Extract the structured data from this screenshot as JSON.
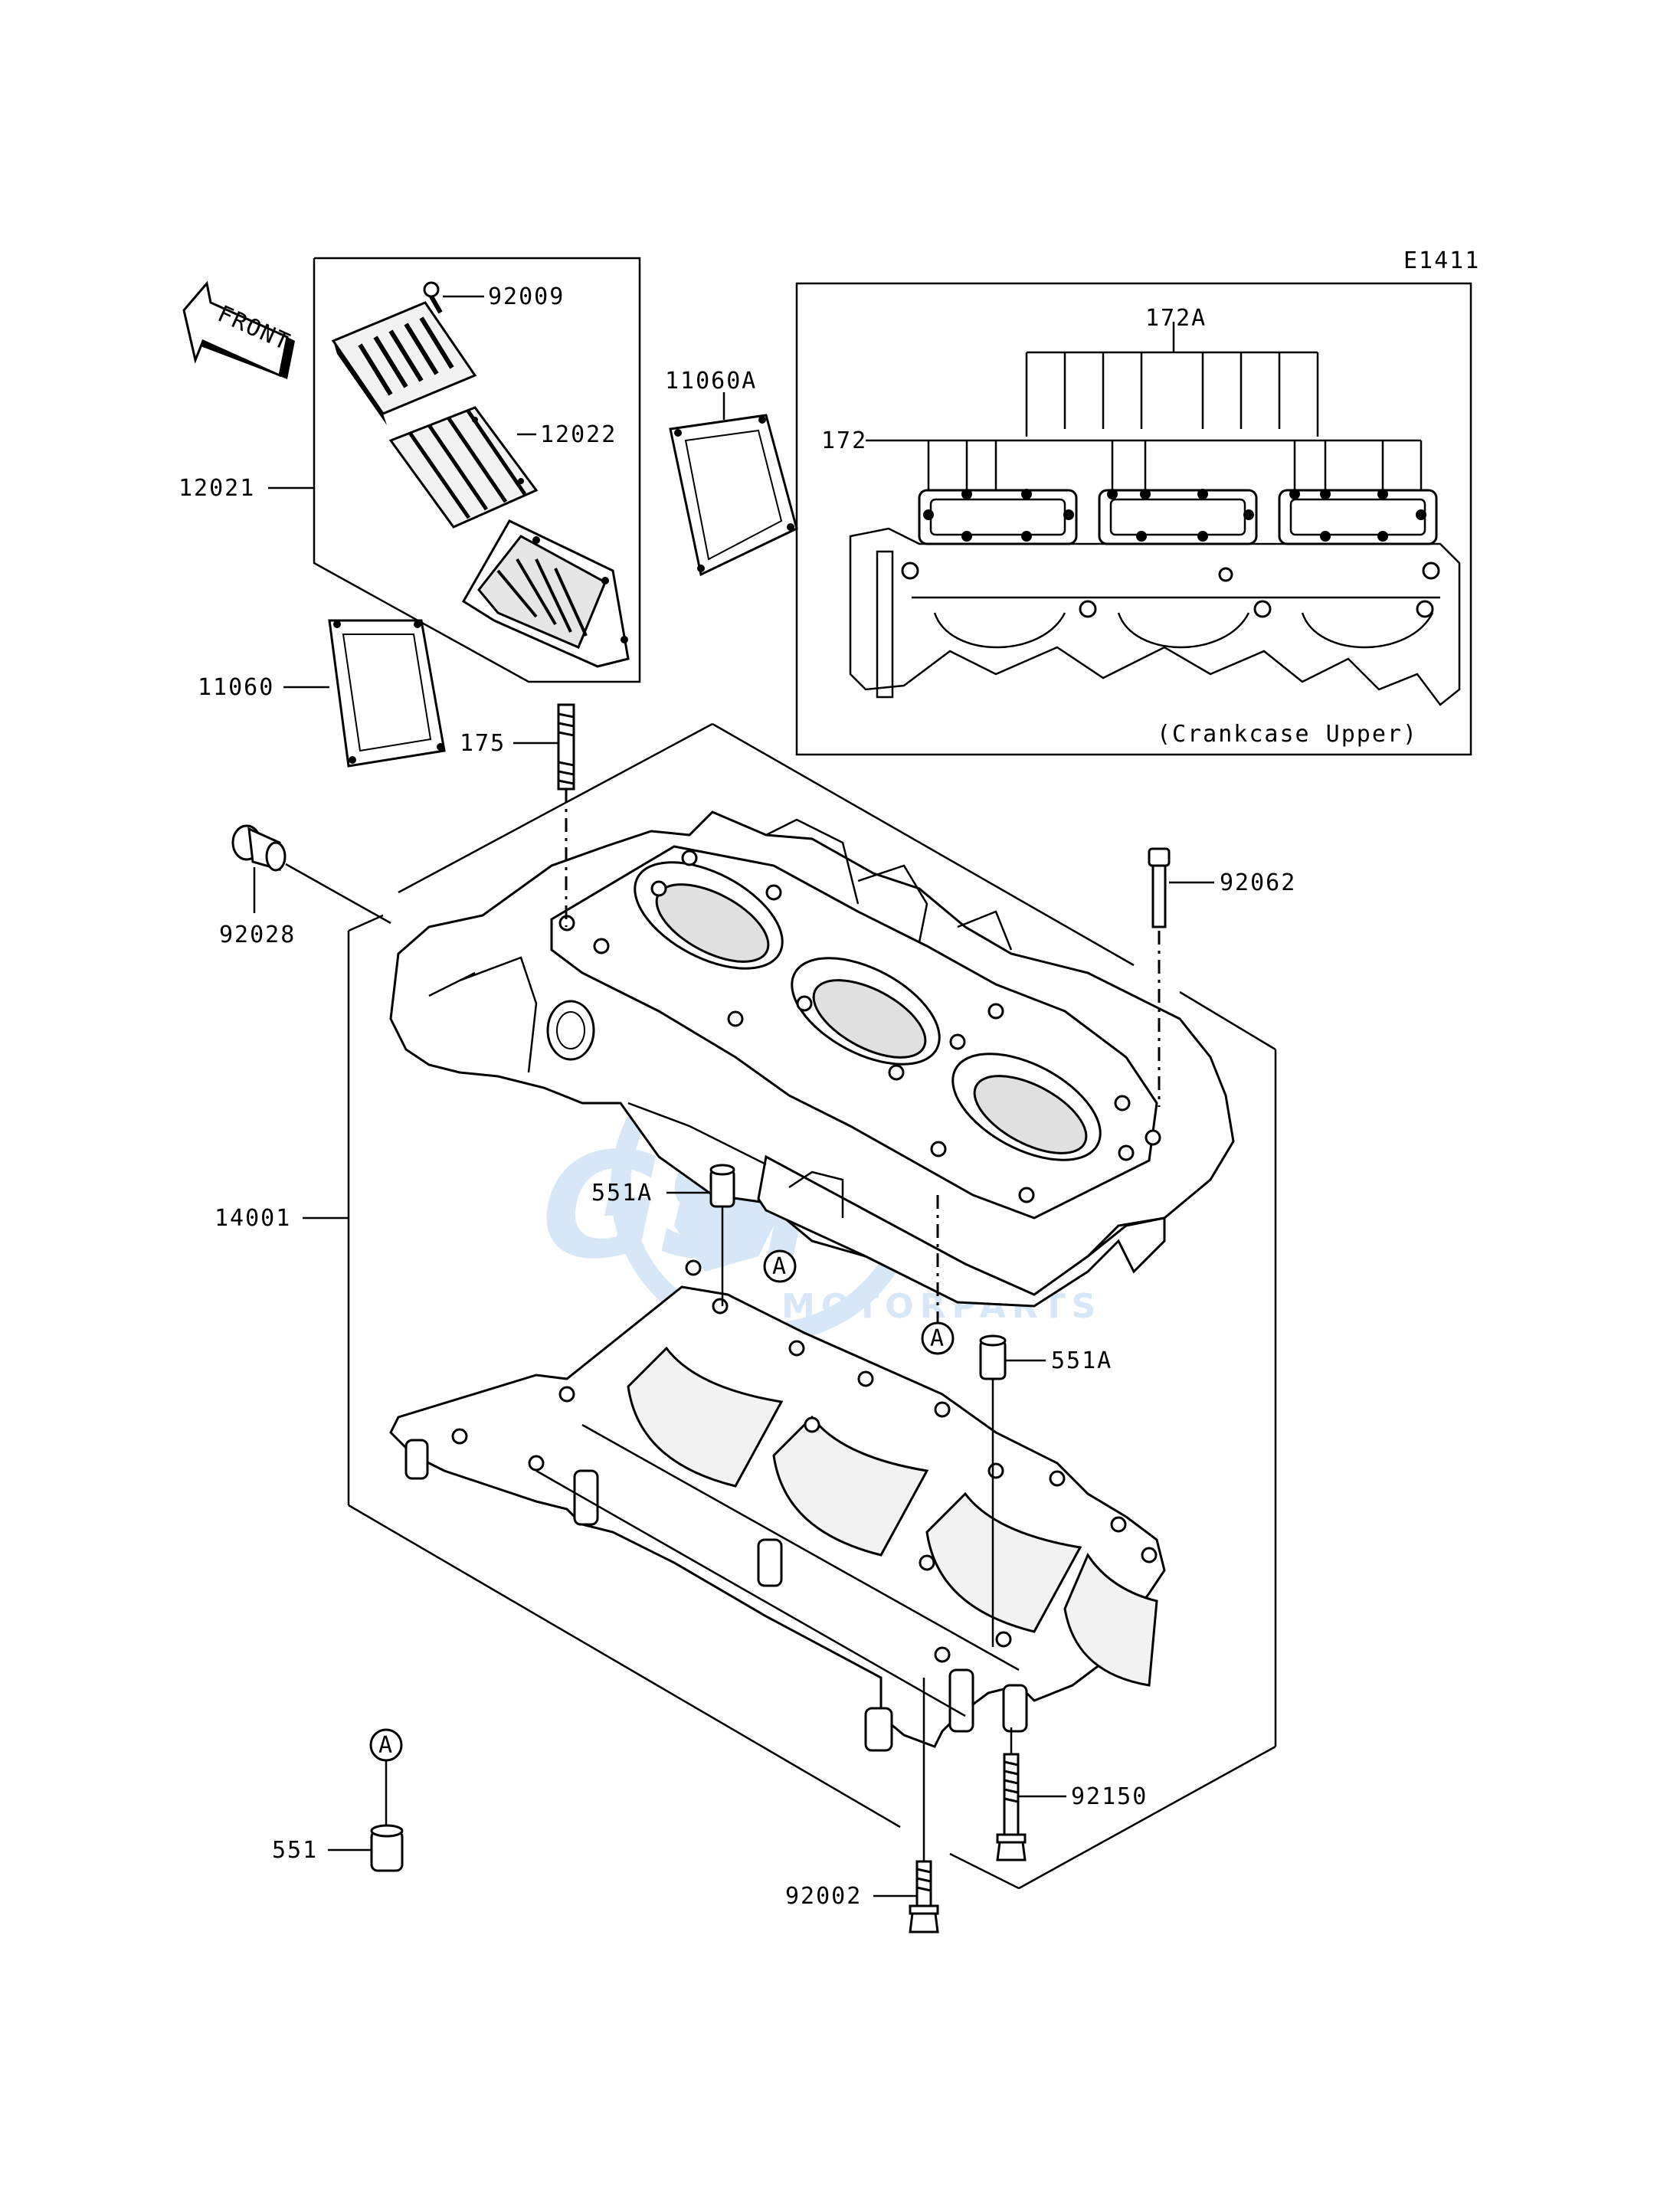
{
  "diagram_code": "E1411",
  "front_label": "FRONT",
  "inset_caption": "(Crankcase Upper)",
  "reference_mark": "A",
  "watermark": {
    "brand": "GSM",
    "sub": "MOTORPARTS"
  },
  "callouts": {
    "p92009": "92009",
    "p12022": "12022",
    "p12021": "12021",
    "p11060A": "11060A",
    "p11060": "11060",
    "p172A": "172A",
    "p172": "172",
    "p175": "175",
    "p92028": "92028",
    "p92062": "92062",
    "p14001": "14001",
    "p551A_left": "551A",
    "p551A_right": "551A",
    "p551": "551",
    "p92150": "92150",
    "p92002": "92002"
  }
}
